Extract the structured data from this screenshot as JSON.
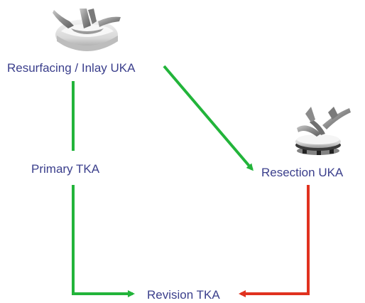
{
  "nodes": {
    "resurfacing": "Resurfacing / Inlay UKA",
    "primary": "Primary TKA",
    "resection": "Resection UKA",
    "revision": "Revision TKA"
  },
  "colors": {
    "label": "#3b3f8c",
    "green_arrow": "#22b43a",
    "red_arrow": "#e0321f",
    "implant_light": "#e6e6e6",
    "implant_dark": "#6f6f6f"
  },
  "icons": {
    "top_implant": "resurfacing-knee-implant-icon",
    "right_implant": "resection-knee-implant-icon"
  }
}
